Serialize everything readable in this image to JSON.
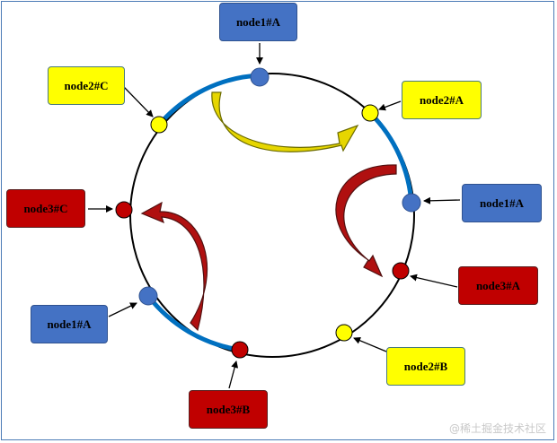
{
  "labels": {
    "top_blue": "node1#A",
    "top_left_yellow": "node2#C",
    "top_right_yellow": "node2#A",
    "right_blue": "node1#A",
    "left_red": "node3#C",
    "right_red": "node3#A",
    "bottom_left_blue": "node1#A",
    "bottom_right_yellow": "node2#B",
    "bottom_red": "node3#B"
  },
  "colors": {
    "blue": "#4472c4",
    "yellow": "#ffff00",
    "red": "#c00000",
    "ring_highlight": "#0070c0"
  },
  "watermark": "@稀土掘金技术社区"
}
